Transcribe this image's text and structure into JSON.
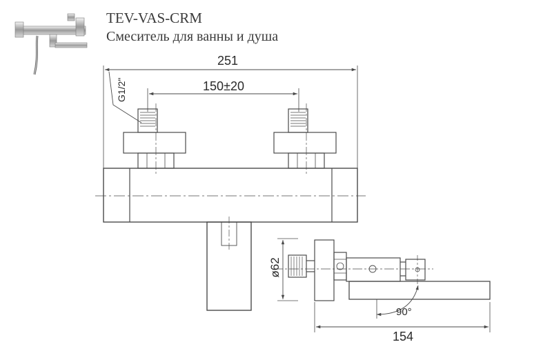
{
  "header": {
    "model": "TEV-VAS-CRM",
    "description": "Смеситель для ванны и душа"
  },
  "dimensions": {
    "overall_width": "251",
    "inlet_spacing": "150±20",
    "thread": "G1/2\"",
    "diameter": "ø62",
    "angle": "90°",
    "depth": "154"
  },
  "colors": {
    "line": "#4a4a4a",
    "text": "#2a2a2a"
  }
}
